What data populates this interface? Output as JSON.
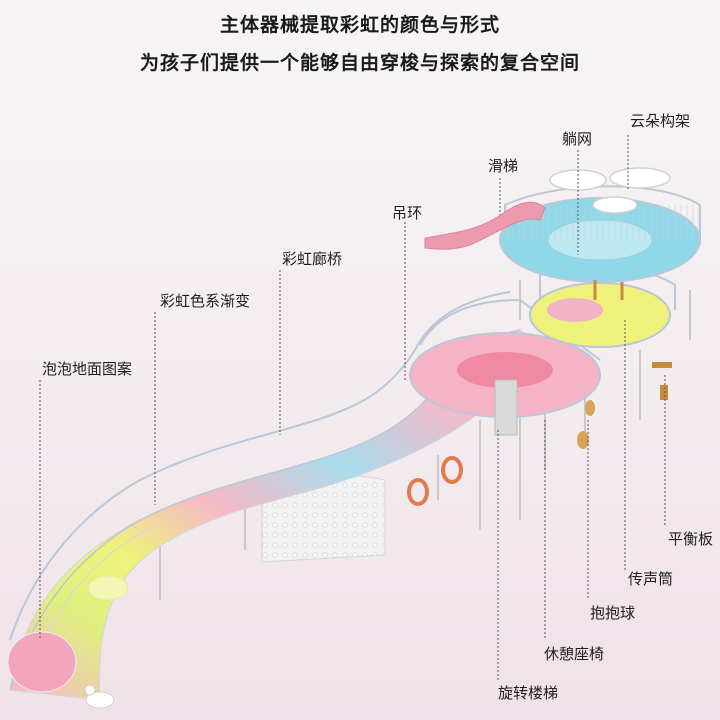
{
  "header": {
    "line1": "主体器械提取彩虹的颜色与形式",
    "line2": "为孩子们提供一个能够自由穿梭与探索的复合空间"
  },
  "labels": {
    "cloud_frame": "云朵构架",
    "hammock": "躺网",
    "slide": "滑梯",
    "rings": "吊环",
    "rainbow_bridge": "彩虹廊桥",
    "rainbow_gradient": "彩虹色系渐变",
    "bubble_floor": "泡泡地面图案",
    "balance_board": "平衡板",
    "voice_tube": "传声筒",
    "hug_ball": "抱抱球",
    "rest_seat": "休憩座椅",
    "spiral_stairs": "旋转楼梯"
  },
  "colors": {
    "pink": "#f7b6c8",
    "rose": "#f08aa4",
    "blue": "#a6dcee",
    "cyan": "#7fd9e6",
    "yellow": "#eef27a",
    "green": "#d8f07c",
    "rail": "#b9c7d8"
  }
}
